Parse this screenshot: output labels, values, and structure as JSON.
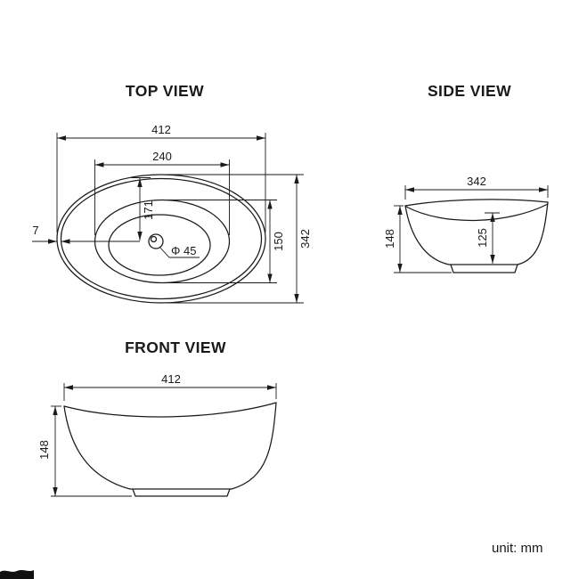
{
  "footer": {
    "unit_label": "unit: mm"
  },
  "top_view": {
    "title": "TOP VIEW",
    "dims": {
      "overall_width": "412",
      "basin_width": "240",
      "basin_front_depth": "171",
      "basin_height": "150",
      "overall_depth": "342",
      "rim_thickness": "7",
      "hole_diameter": "Φ 45"
    }
  },
  "side_view": {
    "title": "SIDE VIEW",
    "dims": {
      "width": "342",
      "height": "148",
      "inner_depth": "125"
    }
  },
  "front_view": {
    "title": "FRONT VIEW",
    "dims": {
      "width": "412",
      "height": "148"
    }
  }
}
